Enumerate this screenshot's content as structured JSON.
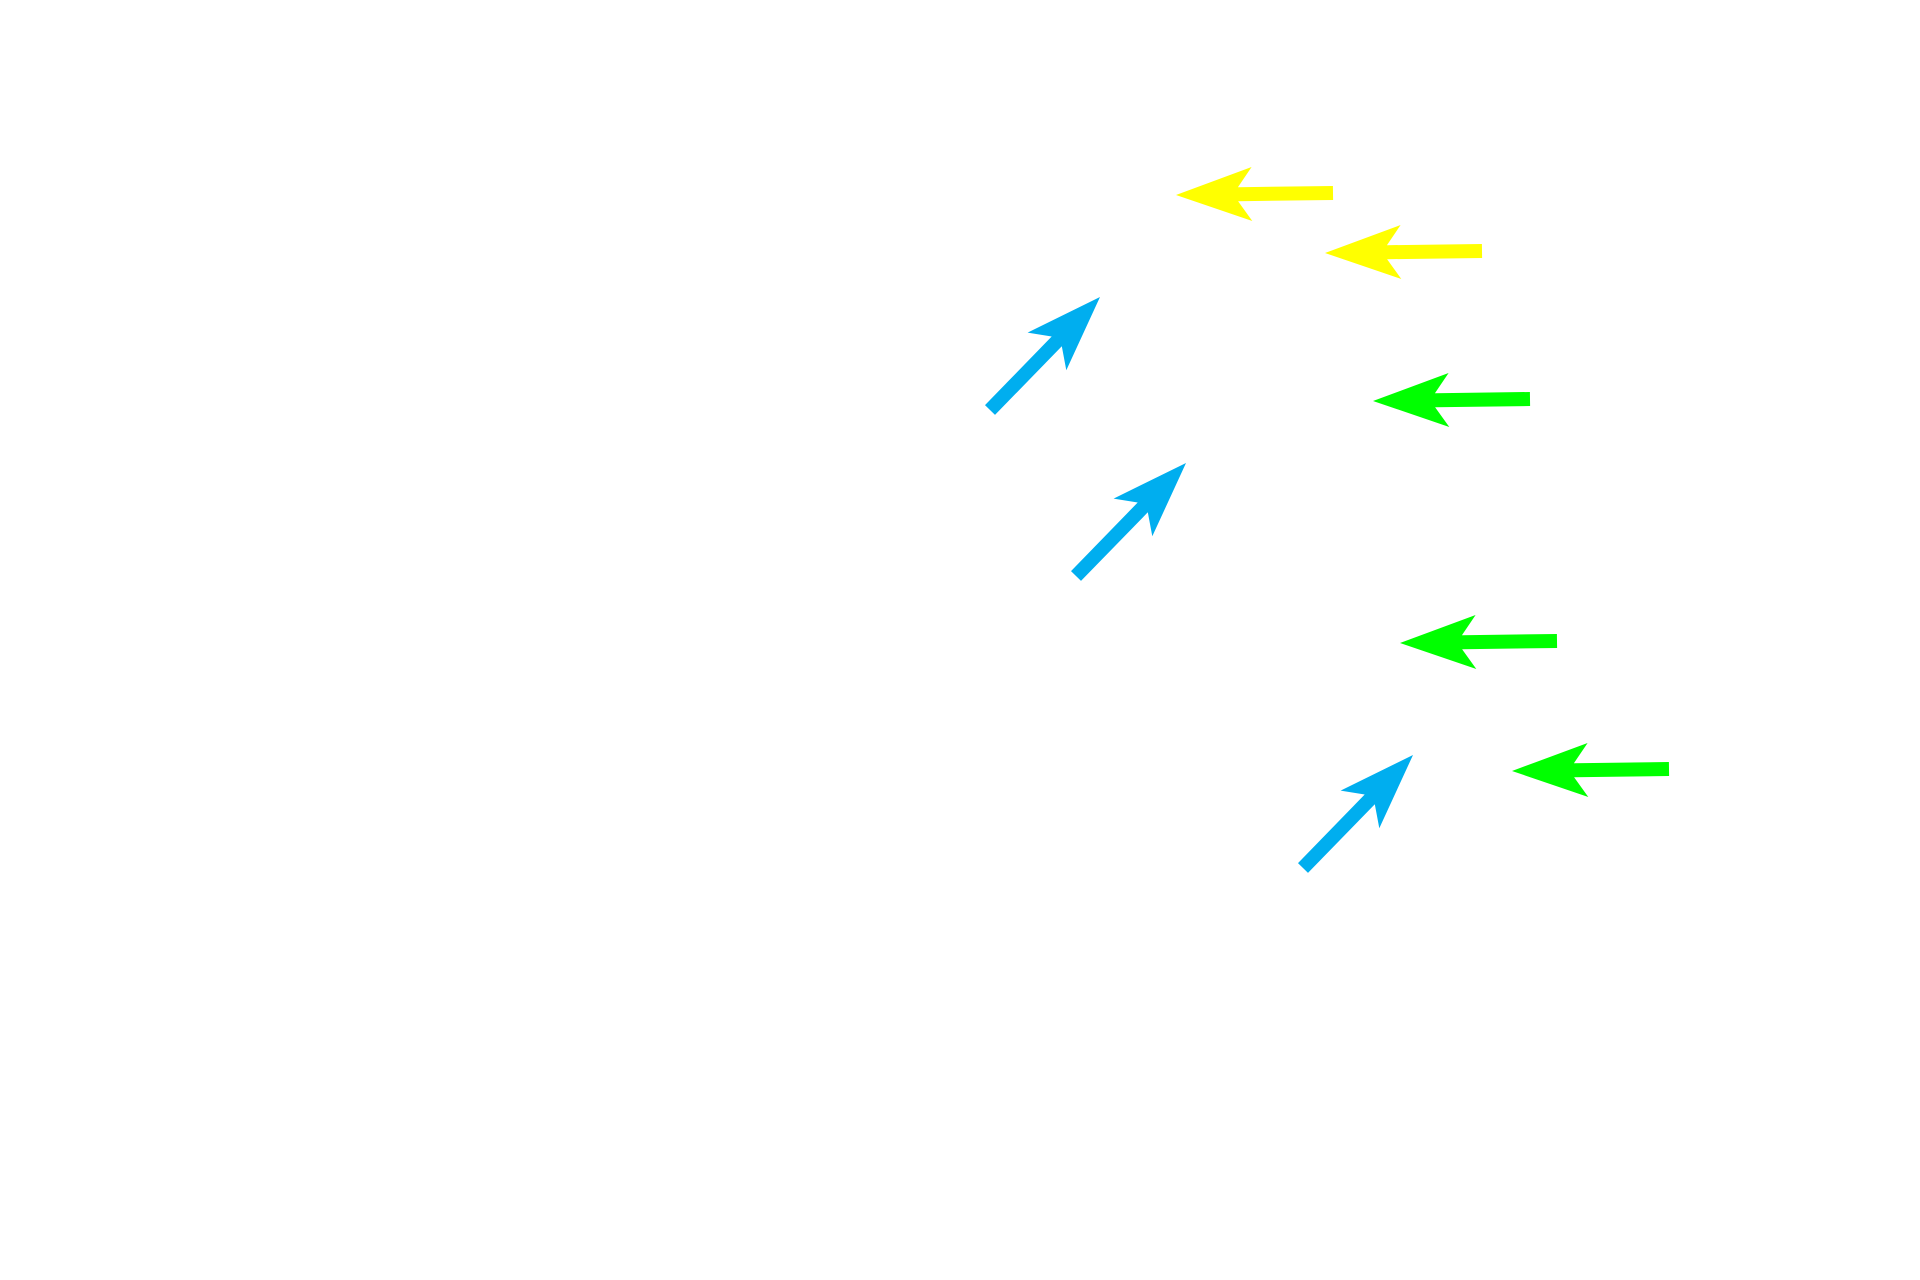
{
  "background": "#ffffff",
  "colors": {
    "yellow": "#ffff00",
    "green": "#00ff00",
    "blue": "#00aeef"
  },
  "arrows": [
    {
      "name": "yellow-arrow-1",
      "color": "yellow",
      "direction": "left"
    },
    {
      "name": "yellow-arrow-2",
      "color": "yellow",
      "direction": "left"
    },
    {
      "name": "green-arrow-1",
      "color": "green",
      "direction": "left"
    },
    {
      "name": "green-arrow-2",
      "color": "green",
      "direction": "left"
    },
    {
      "name": "green-arrow-3",
      "color": "green",
      "direction": "left"
    },
    {
      "name": "blue-arrow-1",
      "color": "blue",
      "direction": "up-right"
    },
    {
      "name": "blue-arrow-2",
      "color": "blue",
      "direction": "up-right"
    },
    {
      "name": "blue-arrow-3",
      "color": "blue",
      "direction": "up-right"
    }
  ]
}
